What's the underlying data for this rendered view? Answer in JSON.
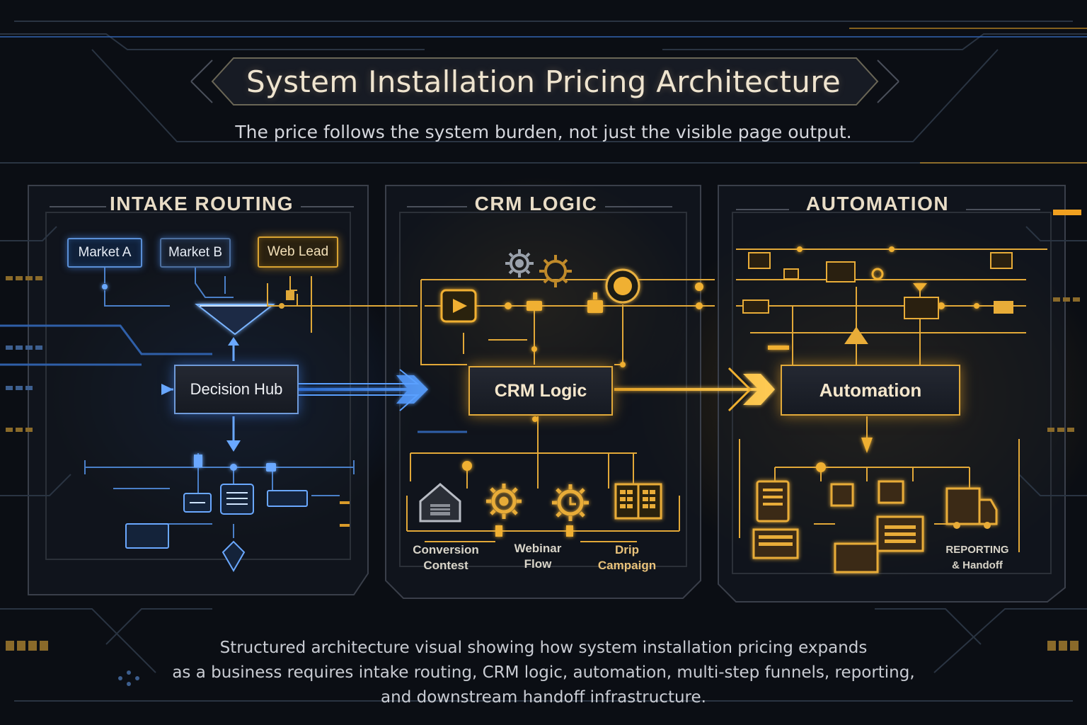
{
  "title": "System Installation Pricing Architecture",
  "subtitle": "The price follows the system burden, not just the visible page output.",
  "sections": {
    "intake": {
      "heading": "INTAKE ROUTING",
      "inputs": [
        "Market A",
        "Market B",
        "Web Lead"
      ],
      "hub": "Decision Hub"
    },
    "crm": {
      "heading": "CRM LOGIC",
      "hub": "CRM Logic",
      "branches": [
        {
          "label_line1": "Conversion",
          "label_line2": "Contest",
          "icon": "house-icon"
        },
        {
          "label_line1": "Webinar",
          "label_line2": "Flow",
          "icon": "gear-icon"
        },
        {
          "label_line1": "",
          "label_line2": "",
          "icon": "gear-clock-icon"
        },
        {
          "label_line1": "Drip",
          "label_line2": "Campaign",
          "icon": "calendar-icon"
        }
      ]
    },
    "automation": {
      "heading": "AUTOMATION",
      "hub": "Automation",
      "output_line1": "REPORTING",
      "output_line2": "& Handoff"
    }
  },
  "footer": {
    "line1": "Structured architecture visual showing how system installation pricing expands",
    "line2": "as a business requires intake routing, CRM logic, automation, multi-step funnels, reporting,",
    "line3": "and downstream handoff infrastructure."
  },
  "colors": {
    "background": "#0b0e14",
    "blue_accent": "#4a8ef0",
    "gold_accent": "#f0b030",
    "panel_border": "#3a3f4a"
  }
}
